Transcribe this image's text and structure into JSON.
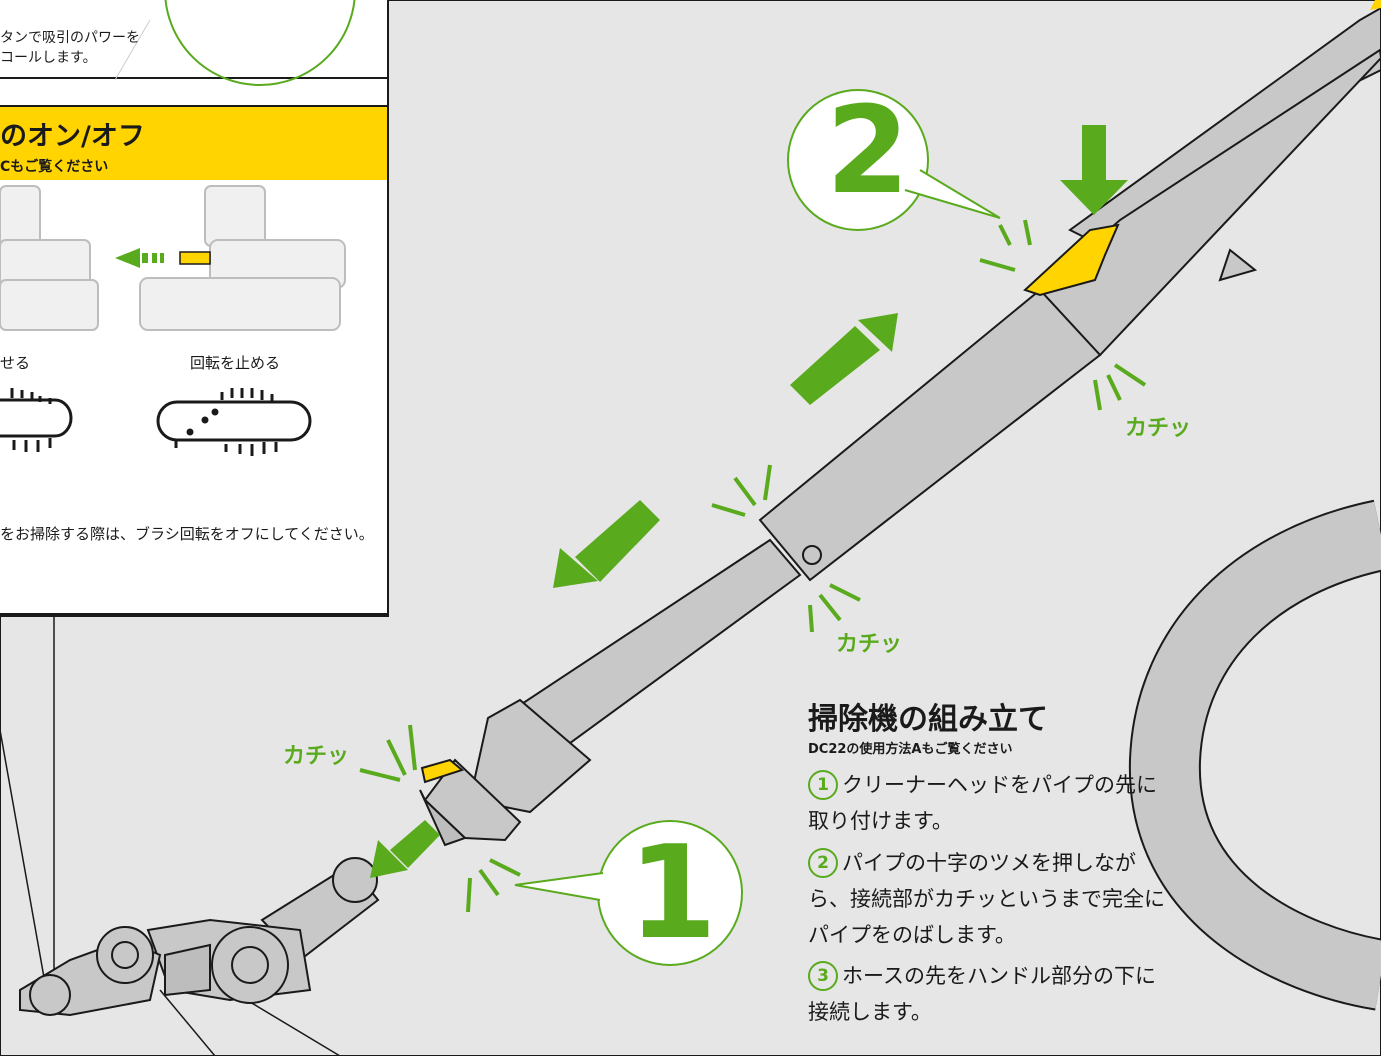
{
  "top_panel": {
    "caption_line1": "タンで吸引のパワーを",
    "caption_line2": "コールします。"
  },
  "brush_panel": {
    "title": "のオン/オフ",
    "subtitle": "Cもご覧ください",
    "caption_left": "せる",
    "caption_right": "回転を止める",
    "note": "をお掃除する際は、ブラシ回転をオフにしてください。"
  },
  "assembly": {
    "title": "掃除機の組み立て",
    "subtitle": "DC22の使用方法Aもご覧ください",
    "steps": [
      {
        "num": "1",
        "text": "クリーナーヘッドをパイプの先に取り付けます。"
      },
      {
        "num": "2",
        "text": "パイプの十字のツメを押しながら、接続部がカチッというまで完全にパイプをのばします。"
      },
      {
        "num": "3",
        "text": "ホースの先をハンドル部分の下に接続します。"
      }
    ]
  },
  "callouts": {
    "big_num_1": "1",
    "big_num_2": "2",
    "click_sound": "カチッ"
  },
  "colors": {
    "accent_green": "#5aaa1e",
    "yellow": "#ffd400",
    "panel_gray": "#e8e8e8",
    "part_gray": "#c8c8c8"
  }
}
